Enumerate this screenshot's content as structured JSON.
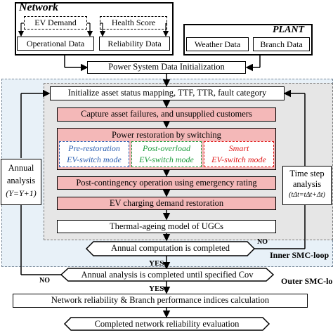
{
  "network": {
    "title": "Network",
    "ev_demand": "EV Demand",
    "health_score": "Health Score",
    "operational_data": "Operational Data",
    "reliability_data": "Reliability Data"
  },
  "plant": {
    "title": "PLANT",
    "weather_data": "Weather Data",
    "branch_data": "Branch Data"
  },
  "steps": {
    "init_data": "Power System Data Initialization",
    "init_asset": "Initialize asset status mapping, TTF, TTR, fault category",
    "capture": "Capture asset failures, and unsupplied customers",
    "restoration_title": "Power restoration by switching",
    "post_contingency": "Post-contingency operation using emergency rating",
    "ev_restoration": "EV charging demand restoration",
    "thermal": "Thermal-ageing model of UGCs",
    "annual_complete": "Annual computation is completed",
    "until_cov": "Annual analysis is completed until specified Cov",
    "indices": "Network reliability & Branch performance indices calculation",
    "final": "Completed network reliability evaluation"
  },
  "modes": {
    "pre_l1": "Pre-restoration",
    "pre_l2": "EV-switch mode",
    "post_l1": "Post-overload",
    "post_l2": "EV-switch mode",
    "smart_l1": "Smart",
    "smart_l2": "EV-switch mode"
  },
  "side": {
    "annual_l1": "Annual",
    "annual_l2": "analysis",
    "annual_l3": "(Y=Y+1)",
    "timestep_l1": "Time step",
    "timestep_l2": "analysis",
    "timestep_l3": "(tΔt=tΔt+Δt)"
  },
  "labels": {
    "yes1": "YES",
    "yes2": "YES",
    "no1": "NO",
    "no2": "NO",
    "inner_loop": "Inner SMC-loop",
    "outer_loop": "Outer SMC-lo"
  },
  "colors": {
    "red_box": "#f4b8b8",
    "inner_bg": "#e6e6e6",
    "outer_bg": "#e8f1f8",
    "pre_blue": "#2a5db0",
    "post_green": "#1a9a3a",
    "smart_red": "#e01818"
  }
}
